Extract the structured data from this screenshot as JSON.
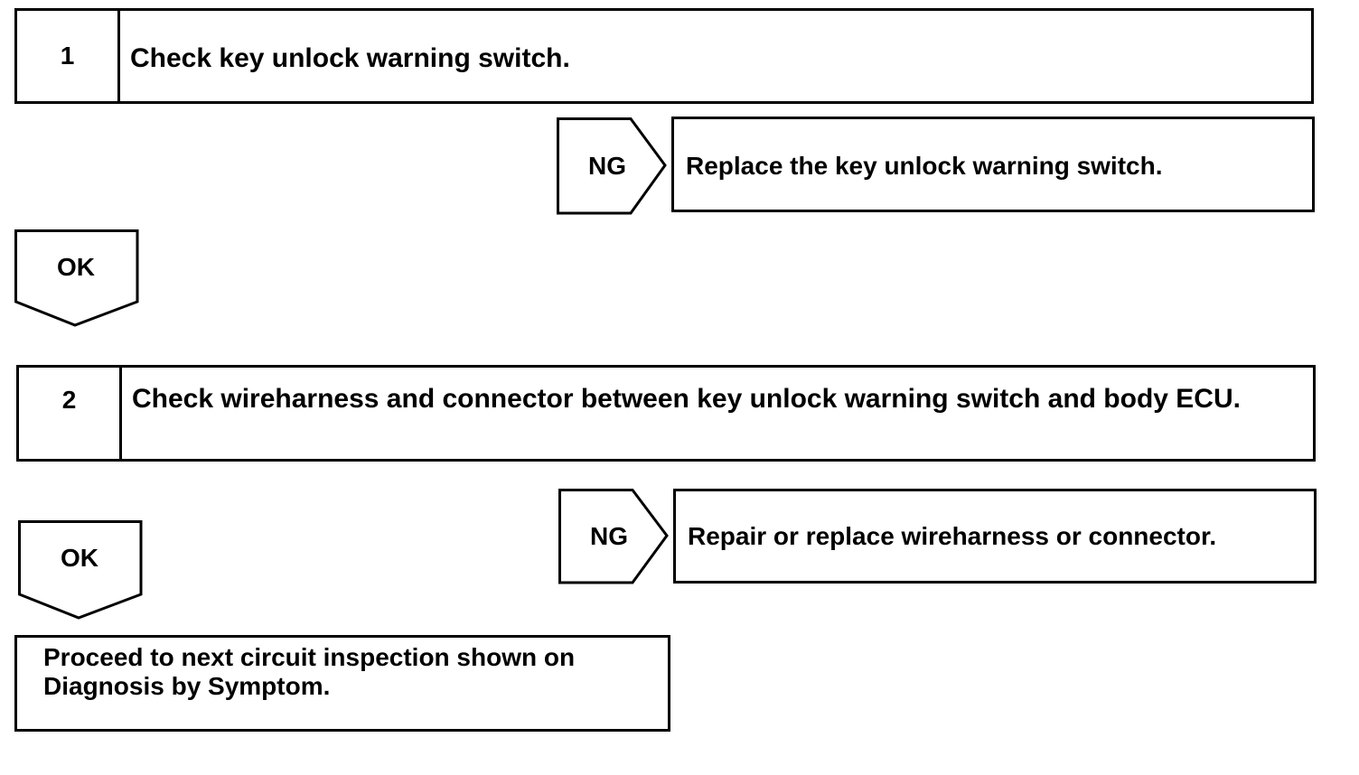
{
  "steps": [
    {
      "number": "1",
      "text": "Check key unlock warning switch."
    },
    {
      "number": "2",
      "text": "Check wireharness and connector between key unlock warning switch and body ECU."
    }
  ],
  "ng_branches": [
    {
      "label": "NG",
      "action": "Replace the key unlock warning switch."
    },
    {
      "label": "NG",
      "action": "Repair or replace wireharness or connector."
    }
  ],
  "ok_branches": [
    {
      "label": "OK"
    },
    {
      "label": "OK"
    }
  ],
  "final": {
    "text": "Proceed to next circuit inspection shown on Diagnosis by Symptom."
  }
}
